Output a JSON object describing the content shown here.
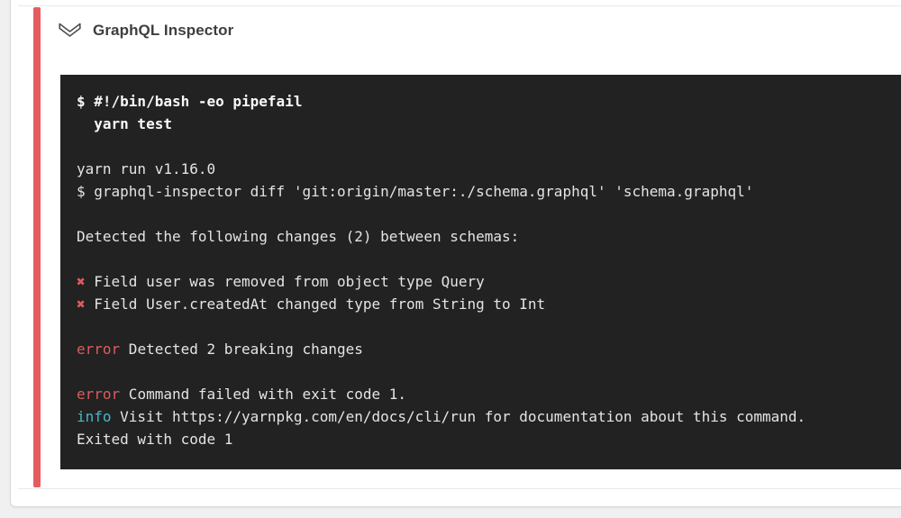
{
  "step": {
    "title": "GraphQL Inspector",
    "status": "failed",
    "collapse_icon": "chevron-down-icon"
  },
  "colors": {
    "fail_stripe": "#e65c5e",
    "terminal_background": "#222222",
    "terminal_text": "#e4e4e4",
    "error_text": "#dd5c5c",
    "info_text": "#47b8c8",
    "card_background": "#ffffff",
    "page_background": "#f0f0f0"
  },
  "terminal": {
    "lines": [
      {
        "segments": [
          {
            "text": "$ #!/bin/bash -eo pipefail",
            "style": "command"
          }
        ]
      },
      {
        "segments": [
          {
            "text": "  yarn test",
            "style": "command"
          }
        ]
      },
      {
        "segments": []
      },
      {
        "segments": [
          {
            "text": "yarn run v1.16.0"
          }
        ]
      },
      {
        "segments": [
          {
            "text": "$ graphql-inspector diff 'git:origin/master:./schema.graphql' 'schema.graphql'"
          }
        ]
      },
      {
        "segments": []
      },
      {
        "segments": [
          {
            "text": "Detected the following changes (2) between schemas:"
          }
        ]
      },
      {
        "segments": []
      },
      {
        "segments": [
          {
            "text": "✖",
            "style": "error"
          },
          {
            "text": " Field user was removed from object type Query"
          }
        ]
      },
      {
        "segments": [
          {
            "text": "✖",
            "style": "error"
          },
          {
            "text": " Field User.createdAt changed type from String to Int"
          }
        ]
      },
      {
        "segments": []
      },
      {
        "segments": [
          {
            "text": "error",
            "style": "error"
          },
          {
            "text": " Detected 2 breaking changes"
          }
        ]
      },
      {
        "segments": []
      },
      {
        "segments": [
          {
            "text": "error",
            "style": "error"
          },
          {
            "text": " Command failed with exit code 1."
          }
        ]
      },
      {
        "segments": [
          {
            "text": "info",
            "style": "info"
          },
          {
            "text": " Visit https://yarnpkg.com/en/docs/cli/run for documentation about this command."
          }
        ]
      },
      {
        "segments": [
          {
            "text": "Exited with code 1"
          }
        ]
      }
    ]
  }
}
